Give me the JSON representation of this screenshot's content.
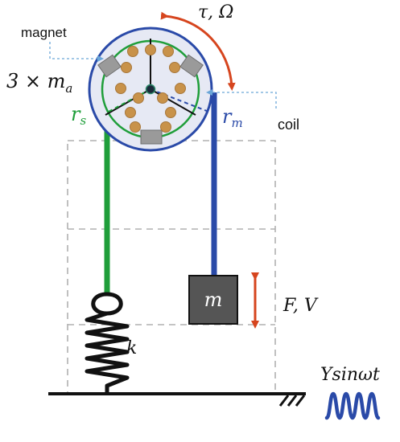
{
  "labels": {
    "magnet": "magnet",
    "coil": "coil",
    "torque_speed": "τ, Ω",
    "magnet_mass": "3 × m",
    "magnet_mass_sub": "a",
    "r_s_main": "r",
    "r_s_sub": "s",
    "r_m_main": "r",
    "r_m_sub": "m",
    "mass": "m",
    "force_velocity": "F, V",
    "spring_k": "k",
    "excitation": "Ysinωt"
  },
  "colors": {
    "green": "#1f9e3a",
    "blue": "#2a4aa8",
    "red": "#d6451e",
    "magnet_dot": "#c8924a",
    "magnet_block": "#9a9a9a",
    "mass_fill": "#555555",
    "dashed": "#b0b0b0",
    "leader": "#6aa6d8",
    "rotor_fill": "#e6e9f4",
    "black": "#111111"
  }
}
